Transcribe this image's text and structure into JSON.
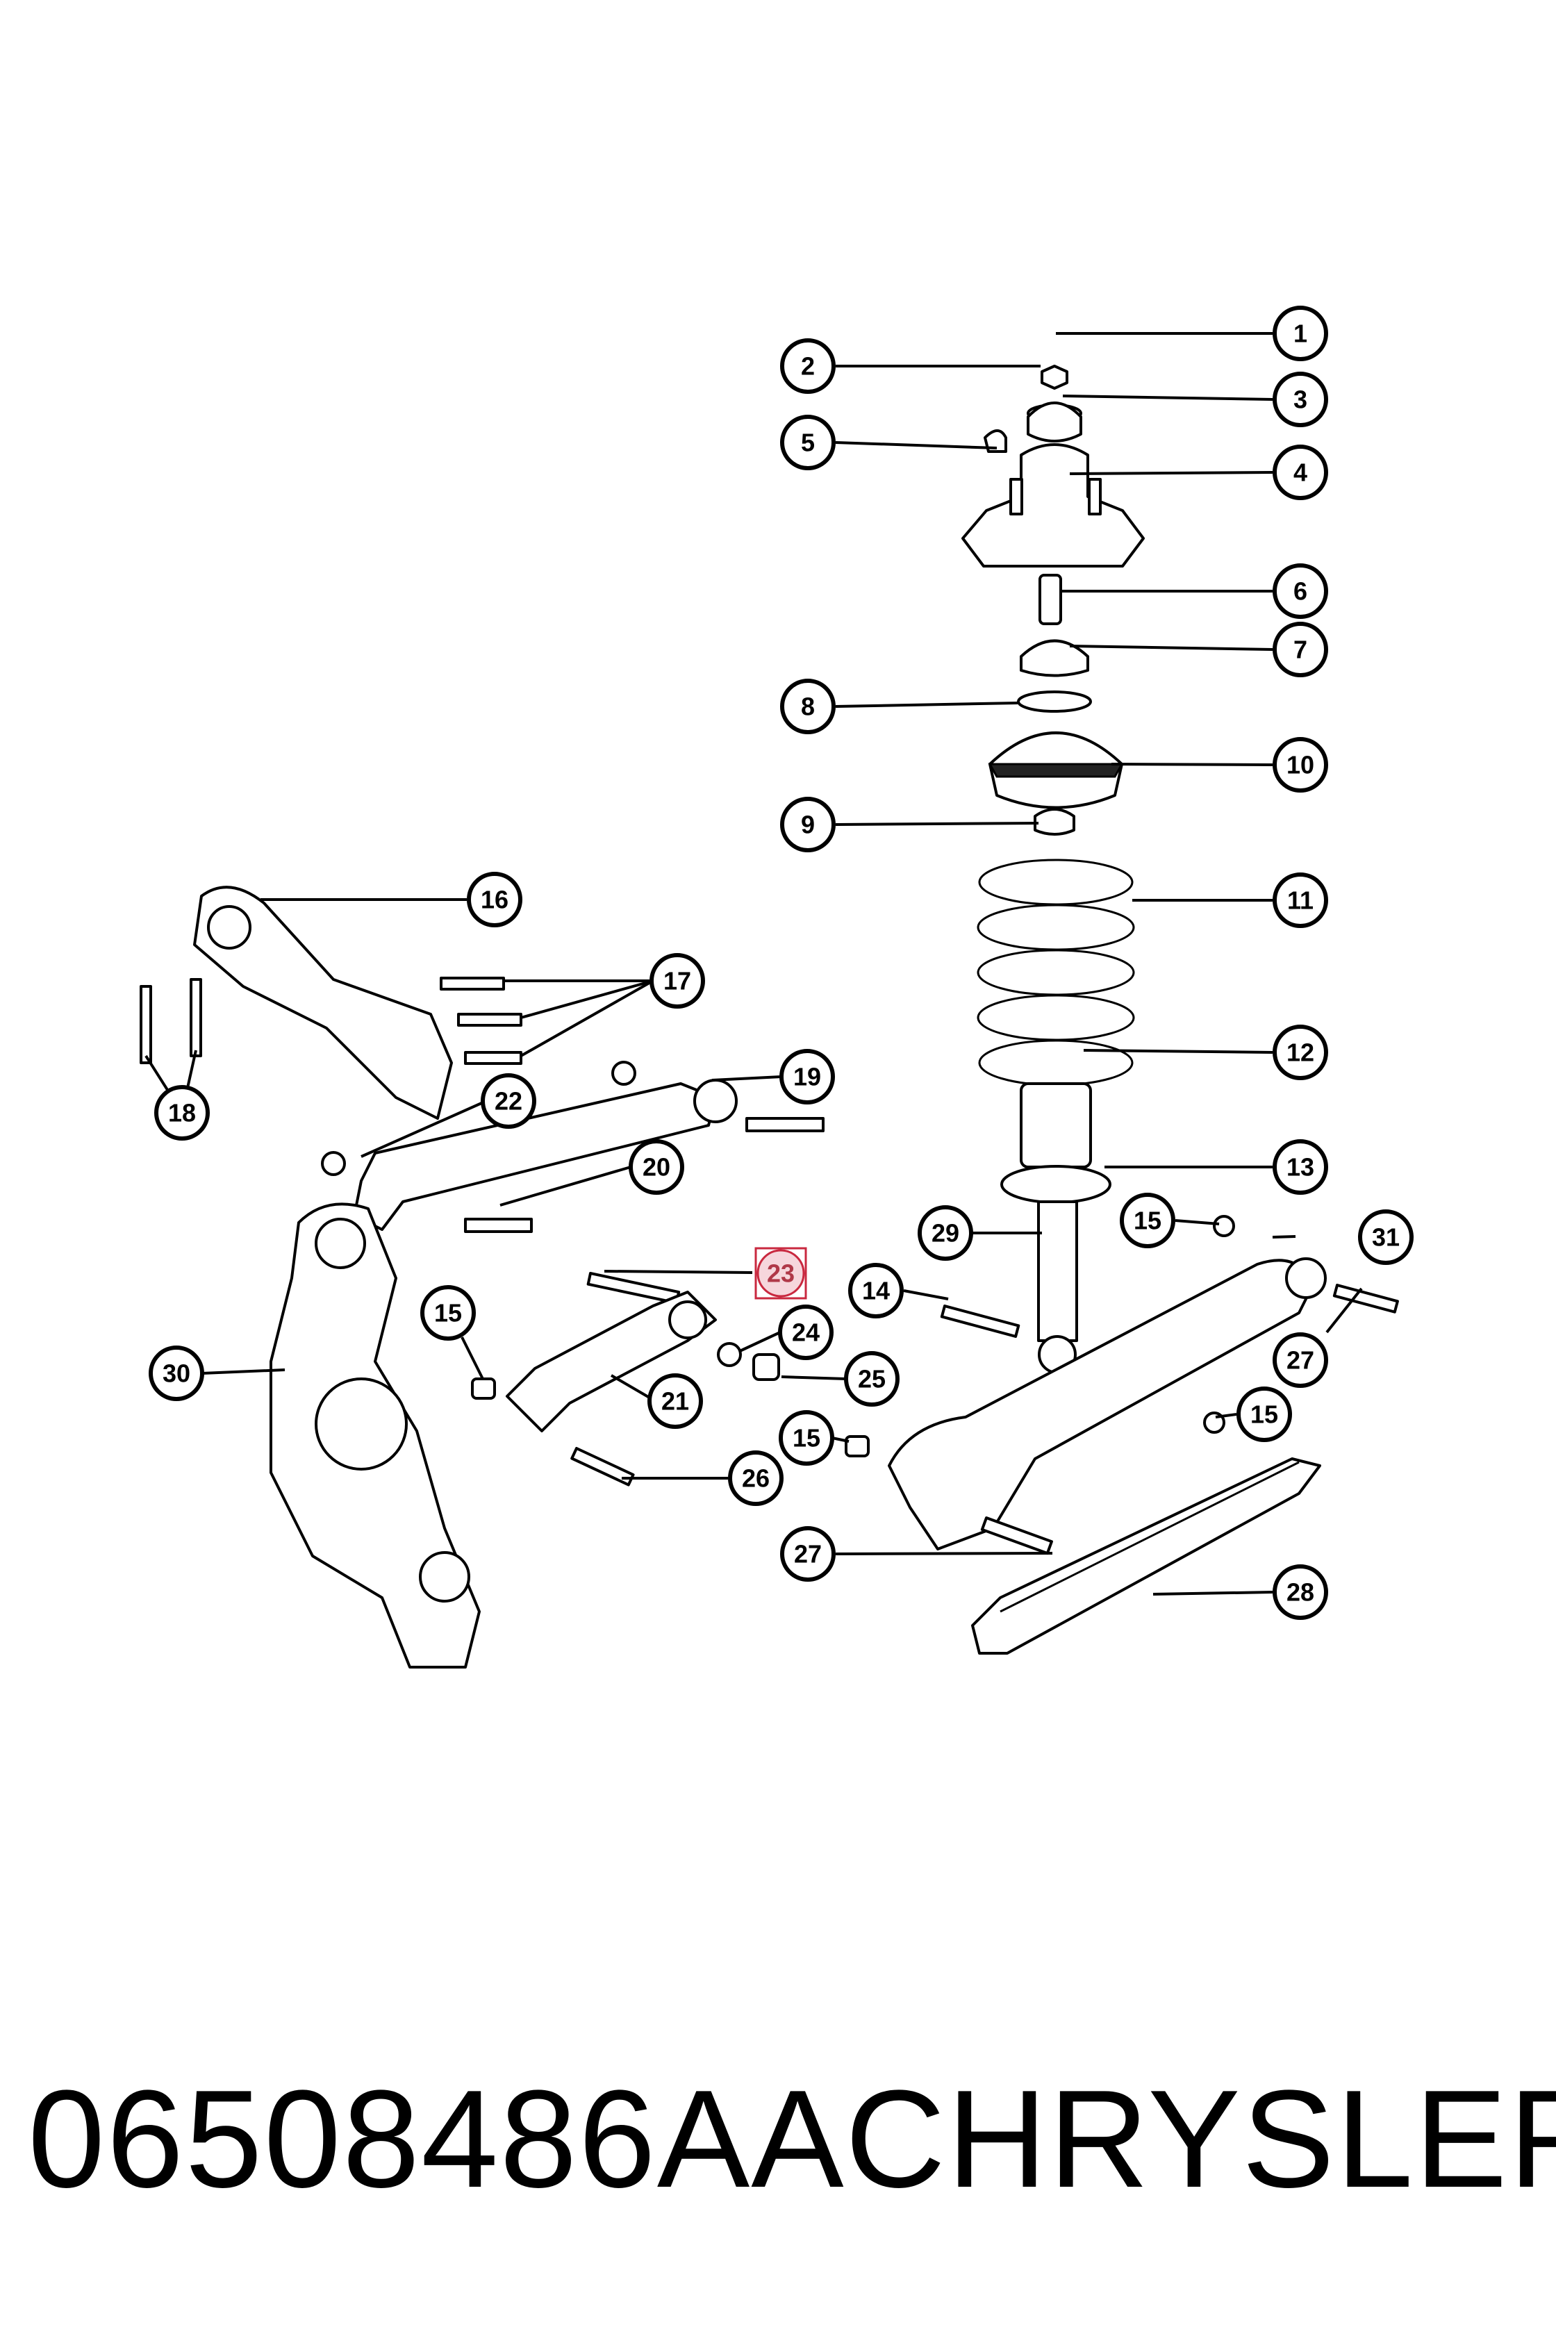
{
  "diagram": {
    "callouts": [
      "1",
      "2",
      "3",
      "4",
      "5",
      "6",
      "7",
      "8",
      "9",
      "10",
      "11",
      "12",
      "13",
      "14",
      "15",
      "16",
      "17",
      "18",
      "19",
      "20",
      "21",
      "22",
      "23",
      "24",
      "25",
      "26",
      "27",
      "28",
      "29",
      "30",
      "31"
    ],
    "highlighted_callout": "23",
    "highlight_color": "#c9283f"
  },
  "footer": {
    "part_number": "06508486AA",
    "brand": "CHRYSLER"
  }
}
